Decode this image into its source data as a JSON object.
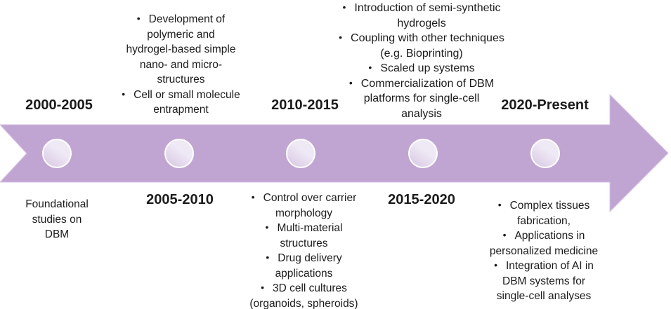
{
  "bullet_char": "•",
  "colors": {
    "arrow_fill": "#c0a5d2",
    "arrow_edge": "#d9c2e6",
    "circle_fill_light": "#efe9f5",
    "circle_fill_shade": "#d5c5e1",
    "circle_border": "#ffffff",
    "text": "#1b1b1b"
  },
  "timeline": {
    "period_labels": [
      {
        "text": "2000-2005",
        "row": "top"
      },
      {
        "text": "2005-2010",
        "row": "bottom"
      },
      {
        "text": "2010-2015",
        "row": "top"
      },
      {
        "text": "2015-2020",
        "row": "bottom"
      },
      {
        "text": "2020-Present",
        "row": "top"
      }
    ],
    "milestone_count": 5
  },
  "note_blocks": [
    {
      "id": "top-left-notes",
      "bulleted": true,
      "items": [
        [
          "Development of",
          "polymeric and",
          "hydrogel-based simple",
          "nano- and micro-",
          "structures"
        ],
        [
          "Cell or small molecule",
          "entrapment"
        ]
      ]
    },
    {
      "id": "top-middle-notes",
      "bulleted": true,
      "items": [
        [
          "Introduction of  semi-synthetic",
          "hydrogels"
        ],
        [
          "Coupling with other techniques",
          "(e.g. Bioprinting)"
        ],
        [
          "Scaled up systems"
        ],
        [
          "Commercialization of DBM",
          "platforms for single-cell",
          "analysis"
        ]
      ]
    },
    {
      "id": "bottom-left-notes",
      "bulleted": false,
      "items": [
        [
          "Foundational",
          "studies on",
          "DBM"
        ]
      ]
    },
    {
      "id": "bottom-middle-notes",
      "bulleted": true,
      "items": [
        [
          "Control over carrier",
          "morphology"
        ],
        [
          "Multi-material",
          "structures"
        ],
        [
          "Drug delivery",
          "applications"
        ],
        [
          "3D cell cultures",
          "(organoids, spheroids)"
        ]
      ]
    },
    {
      "id": "bottom-right-notes",
      "bulleted": true,
      "items": [
        [
          "Complex tissues",
          "fabrication,"
        ],
        [
          "Applications in",
          "personalized medicine"
        ],
        [
          "Integration of AI in",
          "DBM systems for",
          "single-cell analyses"
        ]
      ]
    }
  ]
}
